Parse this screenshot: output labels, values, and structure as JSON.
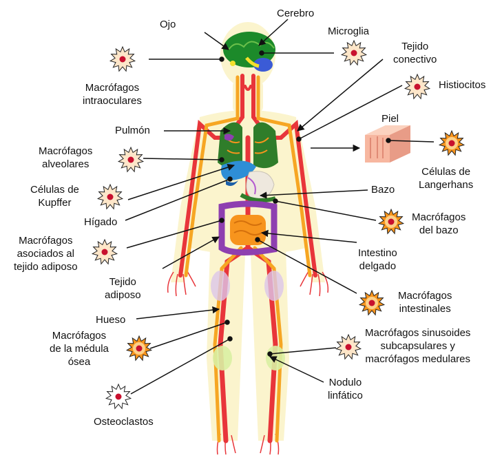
{
  "labels": {
    "ojo": "Ojo",
    "cerebro": "Cerebro",
    "microglia": "Microglia",
    "tejido_conectivo": [
      "Tejido",
      "conectivo"
    ],
    "histiocitos": "Histiocitos",
    "macrofagos_intraoculares": [
      "Macrófagos",
      "intraoculares"
    ],
    "pulmon": "Pulmón",
    "piel": "Piel",
    "macrofagos_alveolares": [
      "Macrófagos",
      "alveolares"
    ],
    "celulas_langerhans": [
      "Células de",
      "Langerhans"
    ],
    "celulas_kupffer": [
      "Células de",
      "Kupffer"
    ],
    "bazo": "Bazo",
    "higado": "Hígado",
    "macrofagos_bazo": [
      "Macrófagos",
      "del bazo"
    ],
    "macrofagos_adiposo": [
      "Macrófagos",
      "asociados al",
      "tejido adiposo"
    ],
    "intestino_delgado": [
      "Intestino",
      "delgado"
    ],
    "tejido_adiposo": [
      "Tejido",
      "adiposo"
    ],
    "macrofagos_intestinales": [
      "Macrófagos",
      "intestinales"
    ],
    "hueso": "Hueso",
    "macrofagos_medula": [
      "Macrófagos",
      "de la médula",
      "ósea"
    ],
    "macrofagos_sinusoides": [
      "Macrófagos sinusoides",
      "subcapsulares y",
      "macrófagos medulares"
    ],
    "nodulo_linfatico": [
      "Nodulo",
      "linfático"
    ],
    "osteoclastos": "Osteoclastos"
  },
  "colors": {
    "artery": "#e8353a",
    "vein": "#f6a623",
    "skin_glow": "#fbf3c8",
    "brain": "#1c8a2a",
    "lung": "#2f7d2a",
    "liver": "#2e8ed6",
    "intestine": "#f7941d",
    "colon": "#8e3fb0",
    "cell_light": "#fde6c9",
    "cell_dark": "#f7941d",
    "nucleus": "#c8102e"
  }
}
